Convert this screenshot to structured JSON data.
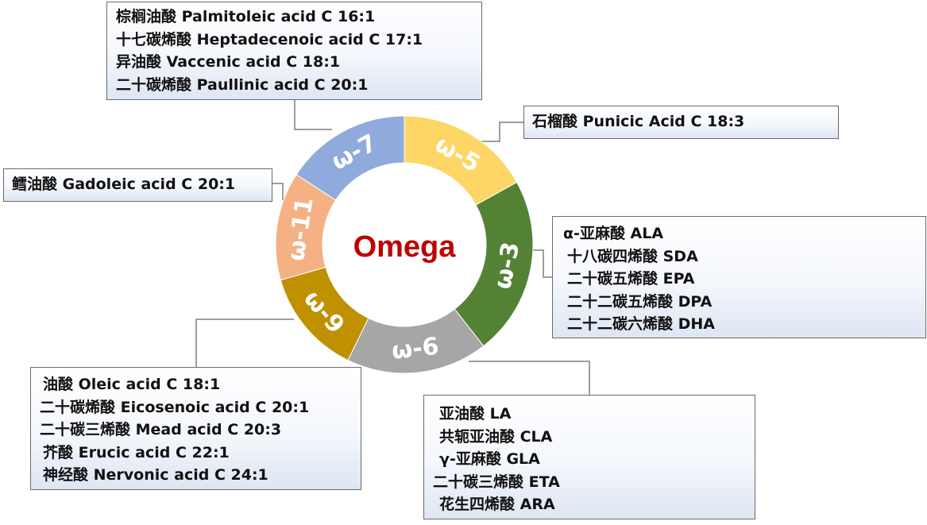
{
  "center_label": "Omega",
  "colors": {
    "omega5": "#fdd666",
    "omega3": "#548235",
    "omega6": "#a6a6a6",
    "omega9": "#bf9000",
    "omega11": "#f4b183",
    "omega7": "#8faadc",
    "center_text": "#c00000",
    "connector": "#7f7f7f",
    "box_border": "#6b6b6b"
  },
  "segments": [
    {
      "id": "omega5",
      "label": "ω-5",
      "start_deg": 0,
      "end_deg": 61
    },
    {
      "id": "omega3",
      "label": "ω-3",
      "start_deg": 61,
      "end_deg": 142
    },
    {
      "id": "omega6",
      "label": "ω-6",
      "start_deg": 142,
      "end_deg": 206
    },
    {
      "id": "omega9",
      "label": "ω-9",
      "start_deg": 206,
      "end_deg": 254
    },
    {
      "id": "omega11",
      "label": "ω-11",
      "start_deg": 254,
      "end_deg": 303
    },
    {
      "id": "omega7",
      "label": "ω-7",
      "start_deg": 303,
      "end_deg": 360
    }
  ],
  "boxes": {
    "omega7": [
      "棕榈油酸 Palmitoleic acid C 16:1",
      "十七碳烯酸 Heptadecenoic acid C 17:1",
      "异油酸 Vaccenic acid C 18:1",
      "二十碳烯酸 Paullinic acid C 20:1"
    ],
    "omega5": [
      "石榴酸 Punicic Acid C 18:3"
    ],
    "omega11": [
      "鳕油酸 Gadoleic acid C 20:1"
    ],
    "omega3": [
      "α-亚麻酸 ALA",
      "十八碳四烯酸 SDA",
      "二十碳五烯酸 EPA",
      "二十二碳五烯酸 DPA",
      "二十二碳六烯酸 DHA"
    ],
    "omega9": [
      "油酸 Oleic acid C 18:1",
      "二十碳烯酸 Eicosenoic acid  C 20:1",
      "二十碳三烯酸 Mead acid C 20:3",
      "芥酸 Erucic acid C 22:1",
      "神经酸 Nervonic acid C 24:1"
    ],
    "omega6": [
      "亚油酸 LA",
      "共轭亚油酸 CLA",
      "γ-亚麻酸 GLA",
      "二十碳三烯酸 ETA",
      "花生四烯酸 ARA"
    ]
  }
}
